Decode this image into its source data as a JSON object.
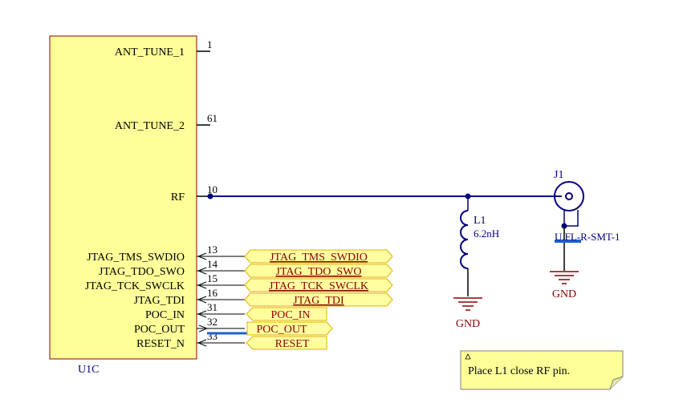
{
  "colors": {
    "component_fill": "#ffff99",
    "component_border": "#8b0000",
    "wire": "#000080",
    "port_fill": "#ffffa0",
    "port_border": "#e0b000",
    "port_text": "#8b0000",
    "ground": "#8b0000",
    "designator": "#000080",
    "selection": "#1e5fd0",
    "note_fill": "#ffff99"
  },
  "component": {
    "designator": "U1C",
    "pins": [
      {
        "name": "ANT_TUNE_1",
        "number": "1"
      },
      {
        "name": "ANT_TUNE_2",
        "number": "61"
      },
      {
        "name": "RF",
        "number": "10"
      },
      {
        "name": "JTAG_TMS_SWDIO",
        "number": "13"
      },
      {
        "name": "JTAG_TDO_SWO",
        "number": "14"
      },
      {
        "name": "JTAG_TCK_SWCLK",
        "number": "15"
      },
      {
        "name": "JTAG_TDI",
        "number": "16"
      },
      {
        "name": "POC_IN",
        "number": "31"
      },
      {
        "name": "POC_OUT",
        "number": "32"
      },
      {
        "name": "RESET_N",
        "number": "33"
      }
    ]
  },
  "ports": [
    {
      "label": "JTAG_TMS_SWDIO"
    },
    {
      "label": "JTAG_TDO_SWO"
    },
    {
      "label": "JTAG_TCK_SWCLK"
    },
    {
      "label": "JTAG_TDI"
    },
    {
      "label": "POC_IN"
    },
    {
      "label": "POC_OUT"
    },
    {
      "label": "RESET"
    }
  ],
  "inductor": {
    "designator": "L1",
    "value": "6.2nH"
  },
  "connector": {
    "designator": "J1",
    "value": "U.FL-R-SMT-1"
  },
  "grounds": [
    {
      "label": "GND"
    },
    {
      "label": "GND"
    }
  ],
  "note": {
    "text": "Place L1 close RF pin."
  }
}
